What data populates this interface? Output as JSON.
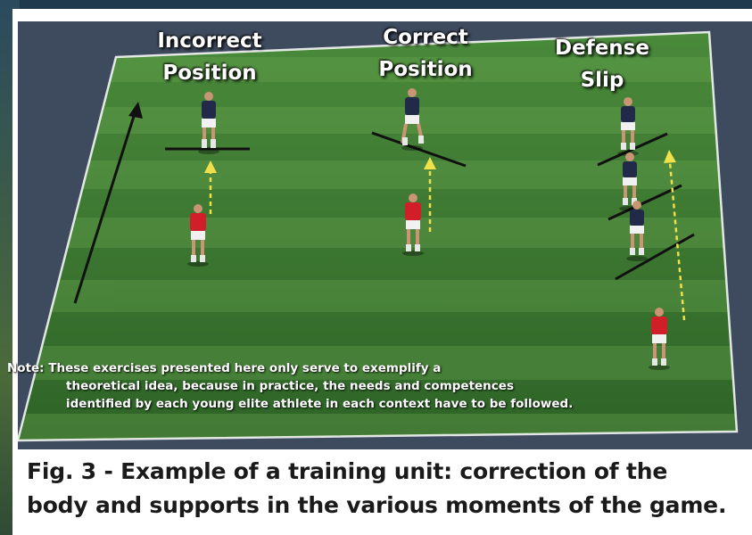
{
  "labels": {
    "incorrect": "Incorrect\nPosition",
    "correct": "Correct\nPosition",
    "slip": "Defense\nSlip"
  },
  "note": {
    "line1": "Note: These exercises presented here only serve to exemplify a",
    "line2": "theoretical idea, because in practice, the needs and competences",
    "line3": "identified by each young elite athlete in each context have to be followed."
  },
  "caption": "Fig. 3 - Example of a training unit: correction of the\nbody and supports in the various moments of the game.",
  "colors": {
    "pitch_dark": "#2f6a2a",
    "pitch_light": "#3c7d33",
    "defender_shirt": "#222a4a",
    "attacker_shirt": "#d11f2a",
    "shorts": "#f1f1f1",
    "direction_arrow": "#f0e04a",
    "field_arrow": "#111111"
  }
}
